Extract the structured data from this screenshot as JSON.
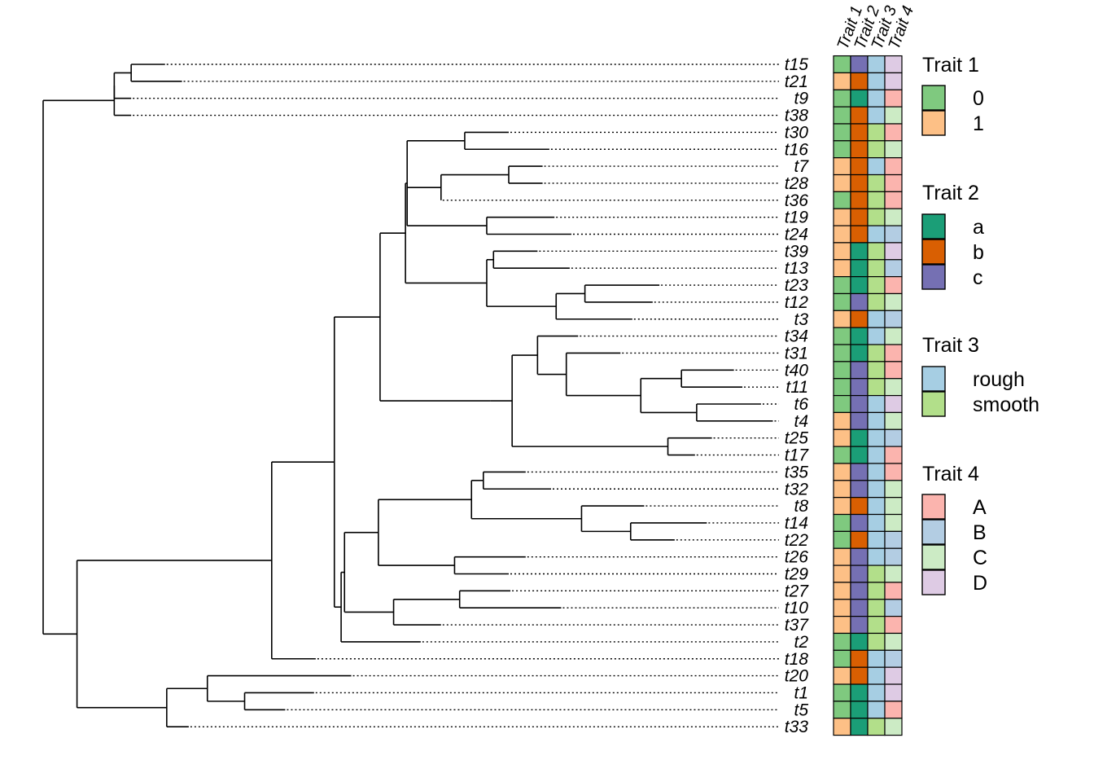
{
  "chart_data": {
    "type": "phylogenetic-tree-heatmap",
    "tree_newick": "((((t15:2,t21:3):1,t9:1):0,t38:1):4.2,(((((((((t30:2.6,t16:5):3.4,((t7:2,t28:2):4,t36:0):2,(t19:4,t24:5):4.7):0.1,((t39:2.6,t13:4.5):0.4,((t23:4.4,t12:4):1.7,t3:4.5):4.1):4.8):1.5,(((t34:2.4,(t31:3.2,((t40:3.1,t11:3.6):2.4,(t6:3.8,t4:4.5):3.3):4.4):1.7):1.5,(t25:2.6,t17:1.6):9.2):1.3):6.5):2.7,(((((t35:2.5,t32:4):0.7,(t8:3.7,(t14:4.5,t22:2.6):2.9):6.5):5.5,(t29:3.2,t26:4.2):4.5):2,((t27:3,t10:6):3.9,t37:2.8):2.9):0.2,t2:4.7):0.4):3.7,t18:2.6):6.6):4.9,((t20:8.5,(t1:4.1,t5:2.4):2.2):2.4,t33:1.3):5.3):2;",
    "tips": [
      "t15",
      "t21",
      "t9",
      "t38",
      "t30",
      "t16",
      "t7",
      "t28",
      "t36",
      "t19",
      "t24",
      "t39",
      "t13",
      "t23",
      "t12",
      "t3",
      "t34",
      "t31",
      "t40",
      "t11",
      "t6",
      "t4",
      "t25",
      "t17",
      "t35",
      "t32",
      "t8",
      "t14",
      "t22",
      "t26",
      "t29",
      "t27",
      "t10",
      "t37",
      "t2",
      "t18",
      "t20",
      "t1",
      "t5",
      "t33"
    ],
    "heatmap_columns": [
      "Trait 1",
      "Trait 2",
      "Trait 3",
      "Trait 4"
    ],
    "traits": {
      "Trait 1": [
        "0",
        "1",
        "0",
        "0",
        "0",
        "0",
        "1",
        "1",
        "0",
        "1",
        "1",
        "1",
        "1",
        "0",
        "0",
        "1",
        "0",
        "0",
        "0",
        "0",
        "0",
        "1",
        "1",
        "0",
        "1",
        "1",
        "1",
        "0",
        "0",
        "1",
        "1",
        "1",
        "1",
        "1",
        "0",
        "0",
        "1",
        "0",
        "0",
        "1"
      ],
      "Trait 2": [
        "c",
        "b",
        "a",
        "b",
        "b",
        "b",
        "b",
        "b",
        "b",
        "b",
        "b",
        "a",
        "a",
        "a",
        "c",
        "b",
        "a",
        "a",
        "c",
        "c",
        "c",
        "c",
        "a",
        "a",
        "c",
        "c",
        "b",
        "c",
        "b",
        "c",
        "c",
        "c",
        "c",
        "c",
        "a",
        "b",
        "b",
        "a",
        "a",
        "a"
      ],
      "Trait 3": [
        "rough",
        "rough",
        "rough",
        "rough",
        "smooth",
        "smooth",
        "rough",
        "smooth",
        "smooth",
        "smooth",
        "rough",
        "smooth",
        "smooth",
        "smooth",
        "smooth",
        "rough",
        "rough",
        "smooth",
        "smooth",
        "smooth",
        "rough",
        "rough",
        "rough",
        "rough",
        "rough",
        "rough",
        "rough",
        "rough",
        "rough",
        "rough",
        "smooth",
        "smooth",
        "smooth",
        "smooth",
        "smooth",
        "rough",
        "rough",
        "rough",
        "rough",
        "smooth"
      ],
      "Trait 4": [
        "D",
        "D",
        "A",
        "C",
        "A",
        "C",
        "A",
        "A",
        "A",
        "C",
        "B",
        "D",
        "B",
        "A",
        "C",
        "B",
        "C",
        "A",
        "A",
        "C",
        "D",
        "C",
        "B",
        "A",
        "A",
        "C",
        "C",
        "C",
        "B",
        "B",
        "C",
        "A",
        "B",
        "A",
        "C",
        "B",
        "D",
        "D",
        "A",
        "C"
      ]
    },
    "legends": [
      {
        "title": "Trait 1",
        "items": [
          {
            "label": "0",
            "color": "#7fc97f"
          },
          {
            "label": "1",
            "color": "#fdc086"
          }
        ]
      },
      {
        "title": "Trait 2",
        "items": [
          {
            "label": "a",
            "color": "#1b9e77"
          },
          {
            "label": "b",
            "color": "#d95f02"
          },
          {
            "label": "c",
            "color": "#7570b3"
          }
        ]
      },
      {
        "title": "Trait 3",
        "items": [
          {
            "label": "rough",
            "color": "#a6cee3"
          },
          {
            "label": "smooth",
            "color": "#b2df8a"
          }
        ]
      },
      {
        "title": "Trait 4",
        "items": [
          {
            "label": "A",
            "color": "#fbb4ae"
          },
          {
            "label": "B",
            "color": "#b3cde3"
          },
          {
            "label": "C",
            "color": "#ccebc5"
          },
          {
            "label": "D",
            "color": "#decbe4"
          }
        ]
      }
    ],
    "grid": false,
    "legend_position": "right"
  }
}
